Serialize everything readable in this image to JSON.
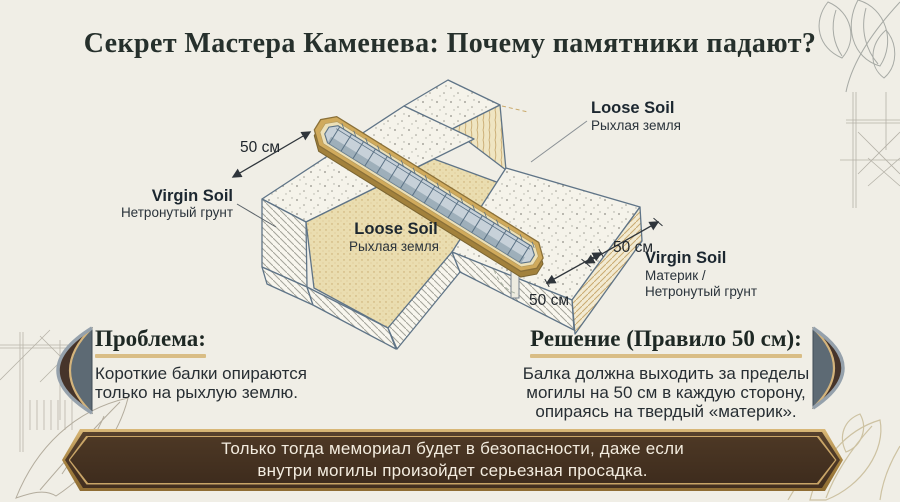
{
  "title": "Секрет Мастера Каменева: Почему памятники падают?",
  "diagram": {
    "dims": {
      "top_left": "50 см",
      "right": "50 см",
      "bottom": "50 см"
    },
    "labels": {
      "loose_top": {
        "en": "Loose Soil",
        "ru": "Рыхлая земля"
      },
      "loose_pit": {
        "en": "Loose Soil",
        "ru": "Рыхлая земля"
      },
      "virgin_left": {
        "en": "Virgin Soil",
        "ru": "Нетронутый грунт"
      },
      "virgin_right": {
        "en": "Virgin Soil",
        "ru1": "Материк /",
        "ru2": "Нетронутый грунт"
      }
    }
  },
  "problem": {
    "heading": "Проблема:",
    "line1": "Короткие балки опираются",
    "line2": "только на рыхлую землю."
  },
  "solution": {
    "heading": "Решение (Правило 50 см):",
    "line1": "Балка должна выходить за пределы",
    "line2": "могилы на 50 см в каждую сторону,",
    "line3": "опираясь на твердый «материк»."
  },
  "banner": {
    "line1": "Только тогда мемориал будет в безопасности, даже если",
    "line2": "внутри могилы произойдет серьезная просадка."
  },
  "colors": {
    "background": "#f0eee6",
    "outline_slate": "#5f7487",
    "beam_gold": "#d0aa5c",
    "rebar_gray": "#c7d1d9",
    "soil_tan": "#eaddb0",
    "underline_tan": "#d9bd85",
    "banner_brown": "#4a3524",
    "banner_gold": "#b99252",
    "text_dark": "#26302c"
  }
}
